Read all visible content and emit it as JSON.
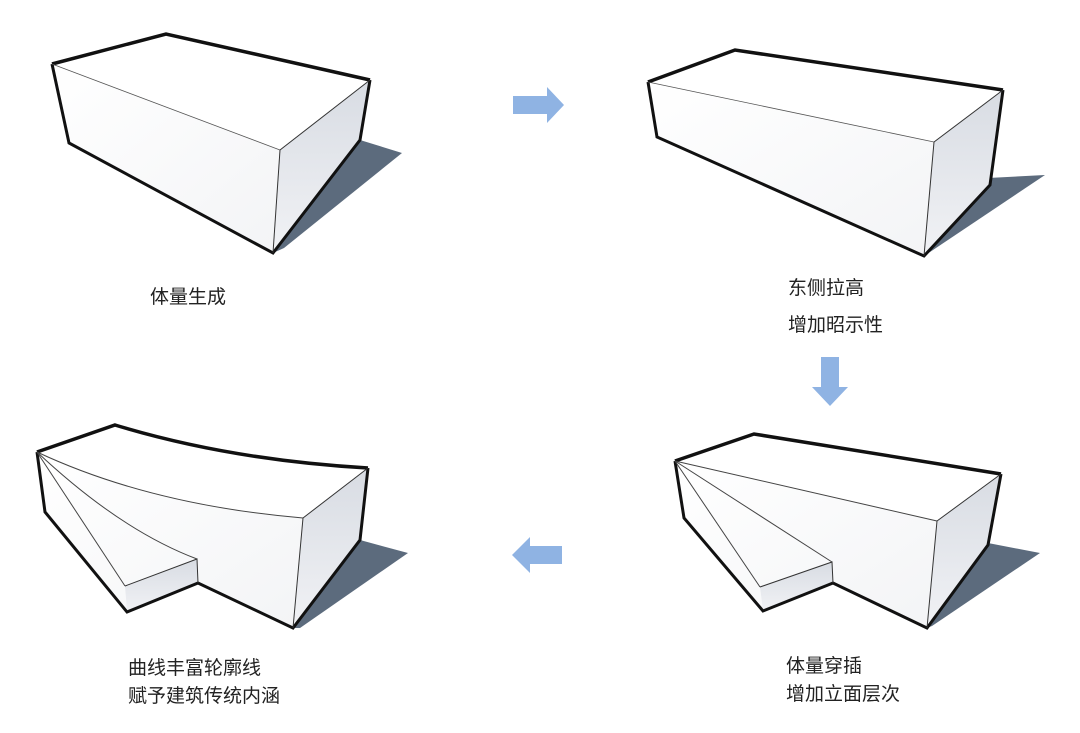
{
  "colors": {
    "arrow": "#8fb3e3",
    "shadow": "#5c6b7d",
    "side_face": "#e4e7ec",
    "outline": "#111111"
  },
  "steps": [
    {
      "lines": [
        "体量生成"
      ]
    },
    {
      "lines": [
        "东侧拉高",
        "增加昭示性"
      ]
    },
    {
      "lines": [
        "体量穿插",
        "增加立面层次"
      ]
    },
    {
      "lines": [
        "曲线丰富轮廓线",
        "赋予建筑传统内涵"
      ]
    }
  ],
  "arrows": [
    {
      "from": "step-1",
      "to": "step-2",
      "direction": "right"
    },
    {
      "from": "step-2",
      "to": "step-3",
      "direction": "down"
    },
    {
      "from": "step-3",
      "to": "step-4",
      "direction": "left"
    }
  ]
}
